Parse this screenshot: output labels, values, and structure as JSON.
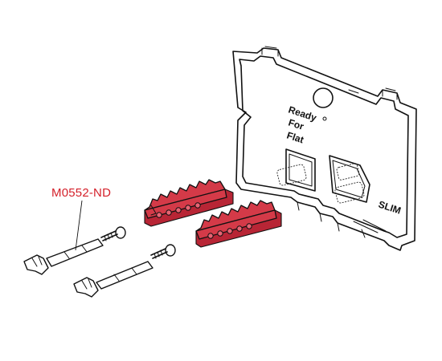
{
  "part_label": "M0552-ND",
  "plate": {
    "line1": "Ready",
    "line2": "For",
    "line3": "Flat",
    "badge": "SLIM"
  },
  "colors": {
    "highlight": "#d43a48",
    "label_red": "#d4202a",
    "outline": "#111111"
  }
}
